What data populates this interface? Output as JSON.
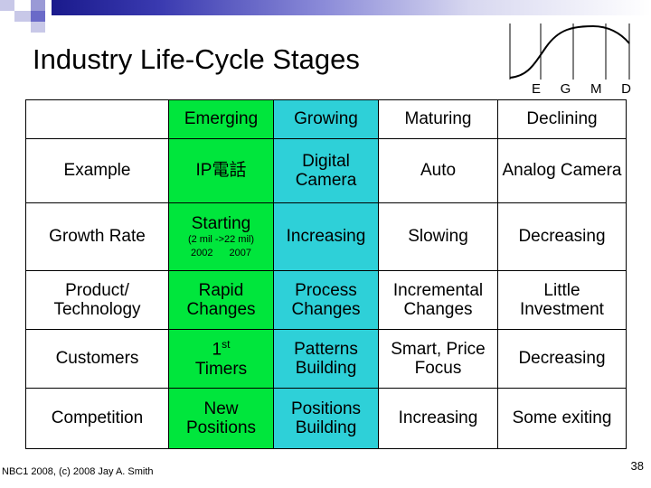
{
  "slide": {
    "title": "Industry Life-Cycle Stages",
    "footer": "NBC1 2008, (c) 2008  Jay A. Smith",
    "page_number": "38"
  },
  "curve": {
    "labels": [
      "E",
      "G",
      "M",
      "D"
    ]
  },
  "colors": {
    "emerging_highlight": "#00e63c",
    "growing_highlight": "#2ed0d8",
    "gradient_start": "#1a1a8c",
    "gradient_end": "#ffffff"
  },
  "table": {
    "headers": [
      "",
      "Emerging",
      "Growing",
      "Maturing",
      "Declining"
    ],
    "rows": [
      {
        "label": "Example",
        "emerging": "IP電話",
        "growing": "Digital Camera",
        "maturing": "Auto",
        "declining": "Analog Camera"
      },
      {
        "label": "Growth Rate",
        "emerging": "Starting",
        "emerging_note": "(2 mil ->22 mil)",
        "emerging_year_start": "2002",
        "emerging_year_end": "2007",
        "growing": "Increasing",
        "maturing": "Slowing",
        "declining": "Decreasing"
      },
      {
        "label": "Product/ Technology",
        "emerging": "Rapid Changes",
        "growing": "Process Changes",
        "maturing": "Incremental Changes",
        "declining": "Little Investment"
      },
      {
        "label": "Customers",
        "emerging_pre": "1",
        "emerging_sup": "st",
        "emerging_post": "Timers",
        "growing": "Patterns Building",
        "maturing": "Smart, Price Focus",
        "declining": "Decreasing"
      },
      {
        "label": "Competition",
        "emerging": "New Positions",
        "growing": "Positions Building",
        "maturing": "Increasing",
        "declining": "Some exiting"
      }
    ]
  }
}
